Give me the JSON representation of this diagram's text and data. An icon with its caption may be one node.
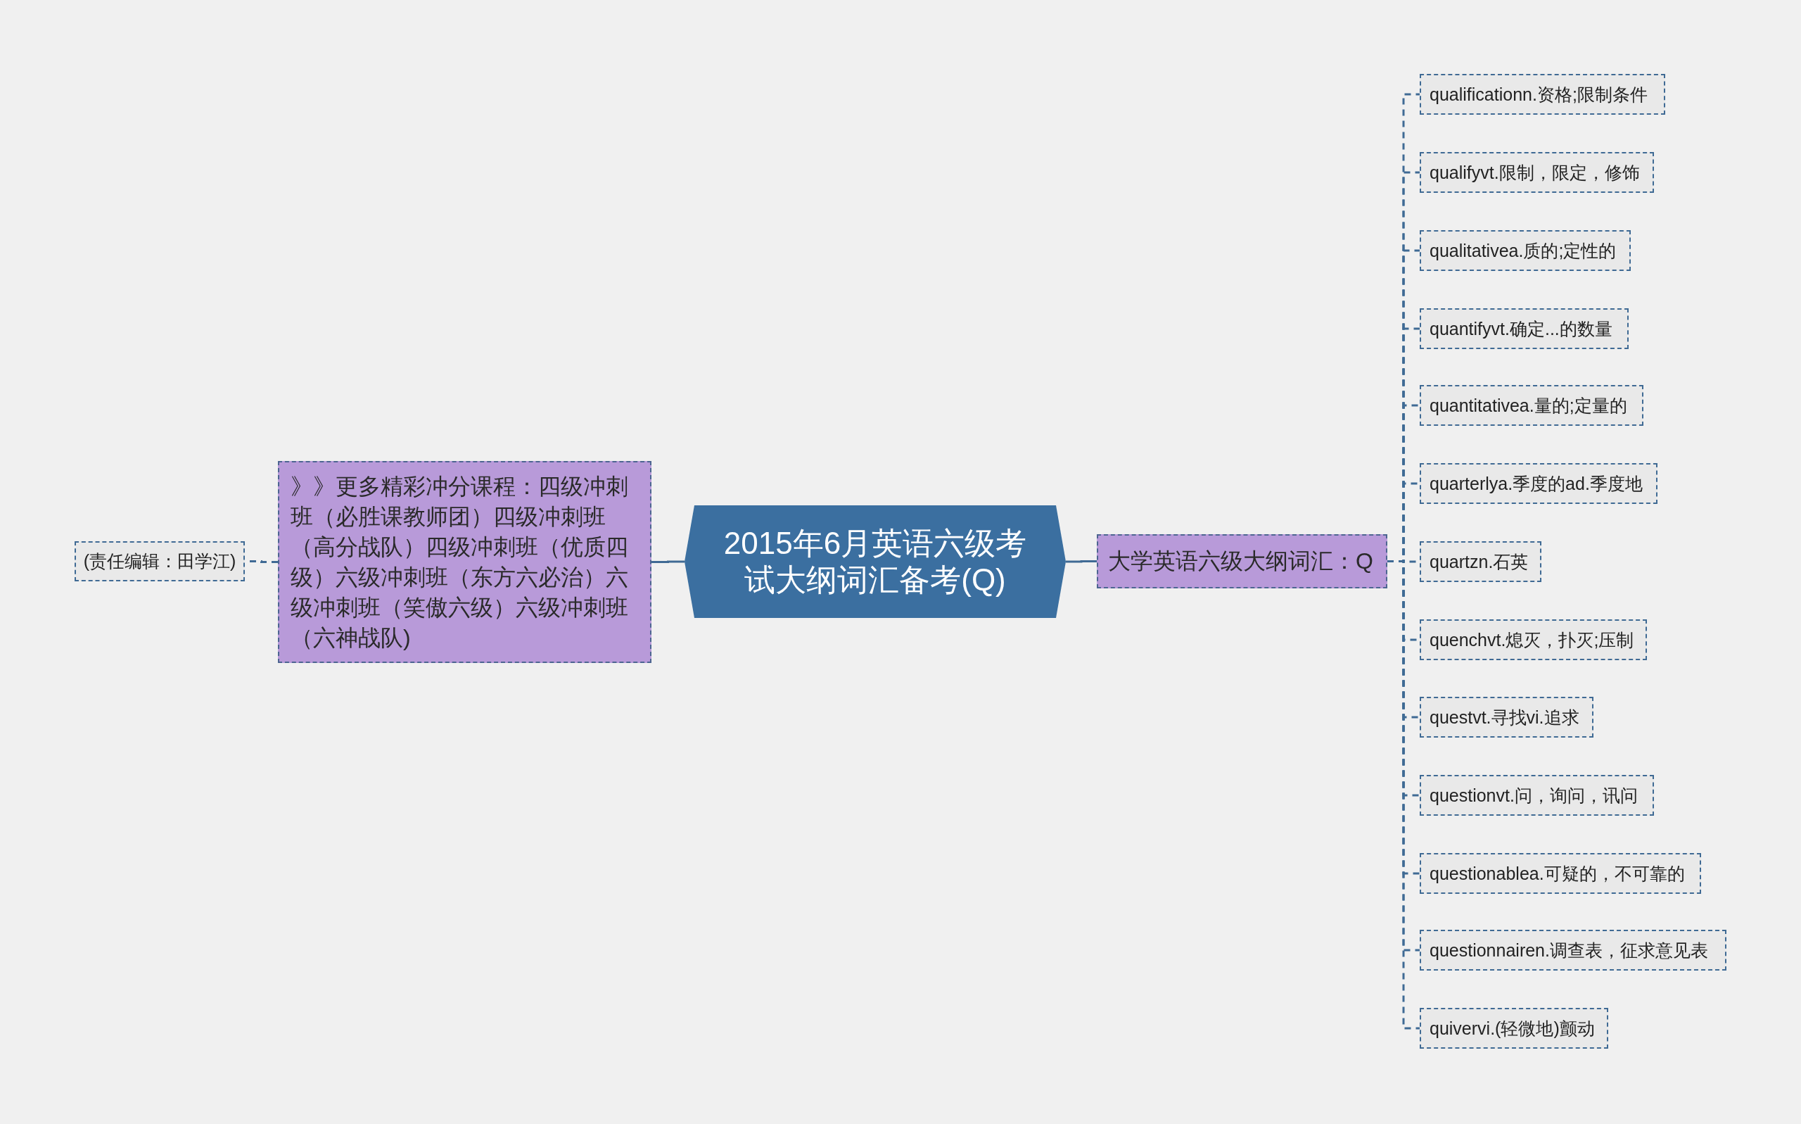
{
  "diagram": {
    "nodes": [
      {
        "text": [
          "2015年6月英语六级考试大纲词汇备考(Q)"
        ]
      },
      {
        "text": [
          "》》更多精彩冲分课程：四级冲刺班（必胜课教师团）四级冲刺班（高分战队）四级冲刺班（优质四级）六级冲刺班（东方六必治）六级冲刺班（笑傲六级）六级冲刺班（六神战队)"
        ]
      },
      {
        "text": [
          "(责任编辑：田学江)"
        ]
      },
      {
        "text": [
          "大学英语六级大纲词汇：Q"
        ]
      },
      {
        "text": [
          "qualificationn.资格;限制条件"
        ]
      },
      {
        "text": [
          "qualifyvt.限制，限定，修饰"
        ]
      },
      {
        "text": [
          "qualitativea.质的;定性的"
        ]
      },
      {
        "text": [
          "quantifyvt.确定...的数量"
        ]
      },
      {
        "text": [
          "quantitativea.量的;定量的"
        ]
      },
      {
        "text": [
          "quarterlya.季度的ad.季度地"
        ]
      },
      {
        "text": [
          "quartzn.石英"
        ]
      },
      {
        "text": [
          "quenchvt.熄灭，扑灭;压制"
        ]
      },
      {
        "text": [
          "questvt.寻找vi.追求"
        ]
      },
      {
        "text": [
          "questionvt.问，询问，讯问"
        ]
      },
      {
        "text": [
          "questionablea.可疑的，不可靠的"
        ]
      },
      {
        "text": [
          "questionnairen.调查表，征求意见表"
        ]
      },
      {
        "text": [
          "quivervi.(轻微地)颤动"
        ]
      }
    ],
    "edges": [
      {
        "from": 0,
        "to": 1,
        "arrow": "none"
      },
      {
        "from": 1,
        "to": 2,
        "arrow": "none",
        "style": "dashed"
      },
      {
        "from": 0,
        "to": 3,
        "arrow": "none"
      },
      {
        "from": 3,
        "to": 4,
        "arrow": "none",
        "style": "dashed"
      },
      {
        "from": 3,
        "to": 5,
        "arrow": "none",
        "style": "dashed"
      },
      {
        "from": 3,
        "to": 6,
        "arrow": "none",
        "style": "dashed"
      },
      {
        "from": 3,
        "to": 7,
        "arrow": "none",
        "style": "dashed"
      },
      {
        "from": 3,
        "to": 8,
        "arrow": "none",
        "style": "dashed"
      },
      {
        "from": 3,
        "to": 9,
        "arrow": "none",
        "style": "dashed"
      },
      {
        "from": 3,
        "to": 10,
        "arrow": "none",
        "style": "dashed"
      },
      {
        "from": 3,
        "to": 11,
        "arrow": "none",
        "style": "dashed"
      },
      {
        "from": 3,
        "to": 12,
        "arrow": "none",
        "style": "dashed"
      },
      {
        "from": 3,
        "to": 13,
        "arrow": "none",
        "style": "dashed"
      },
      {
        "from": 3,
        "to": 14,
        "arrow": "none",
        "style": "dashed"
      },
      {
        "from": 3,
        "to": 15,
        "arrow": "none",
        "style": "dashed"
      },
      {
        "from": 3,
        "to": 16,
        "arrow": "none",
        "style": "dashed"
      }
    ]
  }
}
